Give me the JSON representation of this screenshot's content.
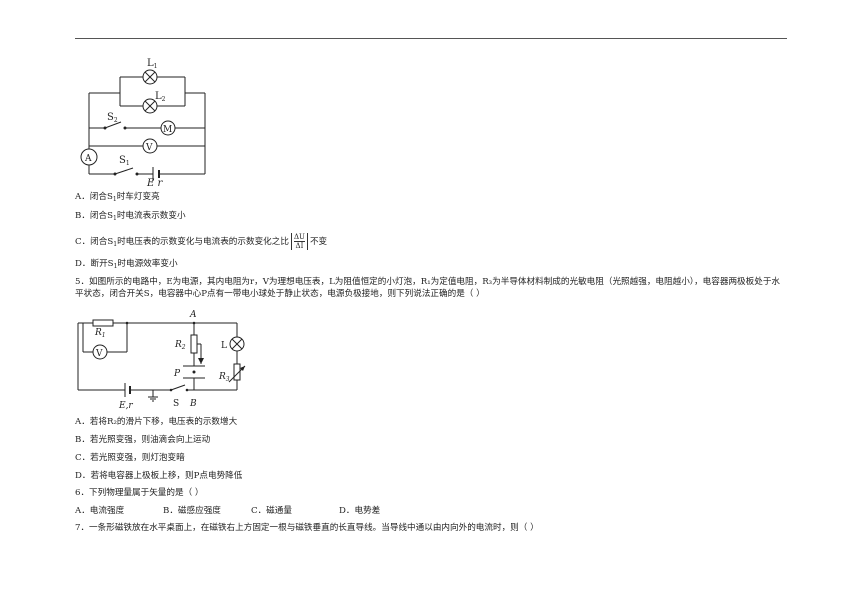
{
  "q4": {
    "circuit": {
      "L1": "L",
      "L1_sub": "1",
      "L2": "L",
      "L2_sub": "2",
      "S2": "S",
      "S2_sub": "2",
      "M": "M",
      "V": "V",
      "A": "A",
      "S1": "S",
      "S1_sub": "1",
      "Er": "E r"
    },
    "options": {
      "a_pre": "A．闭合S",
      "a_sub": "1",
      "a_post": "时车灯变亮",
      "b_pre": "B．闭合S",
      "b_sub": "1",
      "b_post": "时电流表示数变小",
      "c_pre": "C．闭合S",
      "c_sub": "1",
      "c_mid": "时电压表的示数变化与电流表的示数变化之比",
      "c_num": "ΔU",
      "c_den": "ΔI",
      "c_post": "不变",
      "d_pre": "D．断开S",
      "d_sub": "1",
      "d_post": "时电源效率变小"
    }
  },
  "q5": {
    "stem": "5．如图所示的电路中，E为电源，其内电阻为r，V为理想电压表，L为阻值恒定的小灯泡，R₁为定值电阻，R₃为半导体材料制成的光敏电阻（光照越强，电阻越小），电容器两极板处于水平状态，闭合开关S，电容器中心P点有一带电小球处于静止状态，电源负极接地，则下列说法正确的是（        ）",
    "circuit": {
      "R1": "R",
      "R1_sub": "1",
      "V": "V",
      "A": "A",
      "R2": "R",
      "R2_sub": "2",
      "L": "L",
      "R3": "R",
      "R3_sub": "3",
      "P": "P",
      "Er": "E,r",
      "S": "S",
      "B": "B"
    },
    "options": {
      "a": "A．若将R₂的滑片下移，电压表的示数增大",
      "b": "B．若光照变强，则油滴会向上运动",
      "c": "C．若光照变强，则灯泡变暗",
      "d": "D．若将电容器上极板上移，则P点电势降低"
    }
  },
  "q6": {
    "stem": "6．下列物理量属于矢量的是（        ）",
    "a": "A．电流强度",
    "b": "B．磁感应强度",
    "c": "C．磁通量",
    "d": "D．电势差"
  },
  "q7": {
    "stem": "7．一条形磁铁放在水平桌面上，在磁铁右上方固定一根与磁铁垂直的长直导线。当导线中通以由内向外的电流时，则（        ）"
  }
}
